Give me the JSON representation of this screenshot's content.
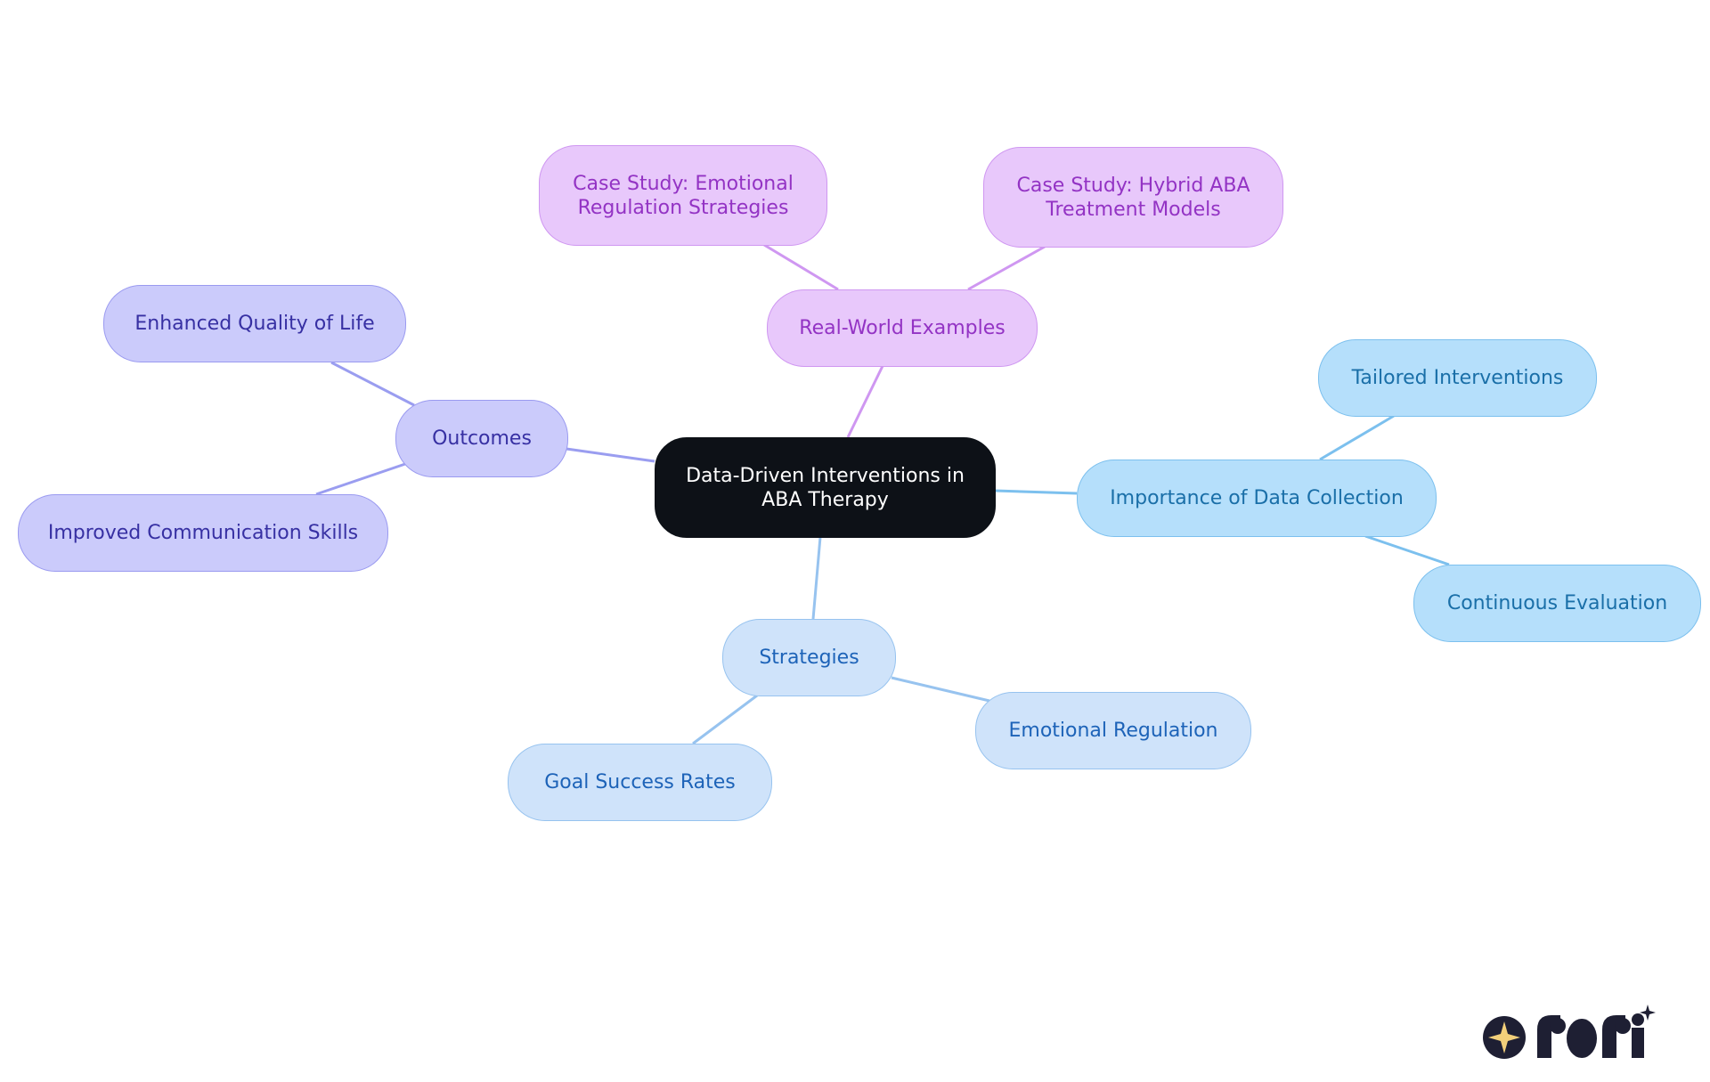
{
  "diagram": {
    "root": {
      "label": "Data-Driven Interventions in\nABA Therapy"
    },
    "branches": {
      "outcomes": {
        "label": "Outcomes",
        "children": [
          "Enhanced Quality of Life",
          "Improved Communication Skills"
        ]
      },
      "real_world": {
        "label": "Real-World Examples",
        "children": [
          "Case Study: Emotional\nRegulation Strategies",
          "Case Study: Hybrid ABA\nTreatment Models"
        ]
      },
      "data_collection": {
        "label": "Importance of Data Collection",
        "children": [
          "Tailored Interventions",
          "Continuous Evaluation"
        ]
      },
      "strategies": {
        "label": "Strategies",
        "children": [
          "Emotional Regulation",
          "Goal Success Rates"
        ]
      }
    }
  },
  "colors": {
    "root_fill": "#0d1117",
    "outcomes_fill": "#cbcbfb",
    "outcomes_text": "#3730a3",
    "real_world_fill": "#e8c8fb",
    "real_world_text": "#9333c4",
    "data_collection_fill": "#b5dffb",
    "data_collection_text": "#1a6fa8",
    "strategies_fill": "#cfe3fa",
    "strategies_text": "#1d63b8"
  },
  "logo": {
    "text": "rori",
    "icon": "sparkle-icon"
  }
}
